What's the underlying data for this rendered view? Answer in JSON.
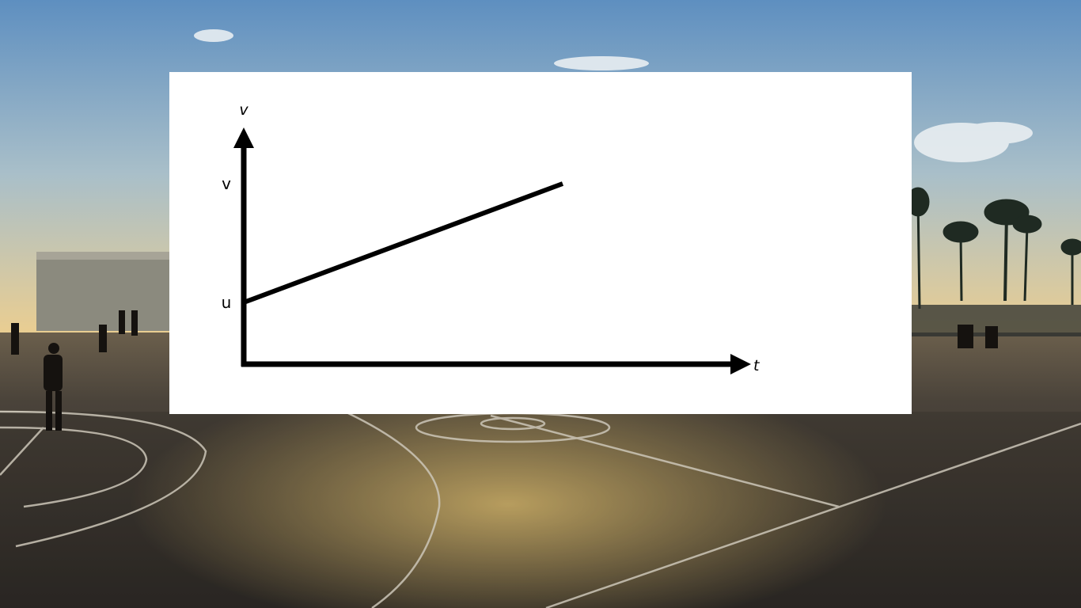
{
  "background": {
    "description_icon": "basketball-court-sunset-photo",
    "sky_top": "#6f9ac4",
    "sky_horizon": "#e8c98a",
    "court": "#3e3932",
    "court_lines": "#e9e2d2",
    "sun_glow": "#f1c56f"
  },
  "chart_data": {
    "type": "line",
    "title": "",
    "xlabel": "t",
    "ylabel": "v",
    "xlim": [
      0,
      1
    ],
    "ylim": [
      0,
      1
    ],
    "y_ticks": [
      {
        "label": "u",
        "value": 0.26
      },
      {
        "label": "v",
        "value": 0.76
      }
    ],
    "series": [
      {
        "x": [
          0,
          0.65
        ],
        "y": [
          0.26,
          0.76
        ]
      }
    ],
    "grid": false,
    "line_color": "#000000",
    "axis_color": "#000000"
  }
}
